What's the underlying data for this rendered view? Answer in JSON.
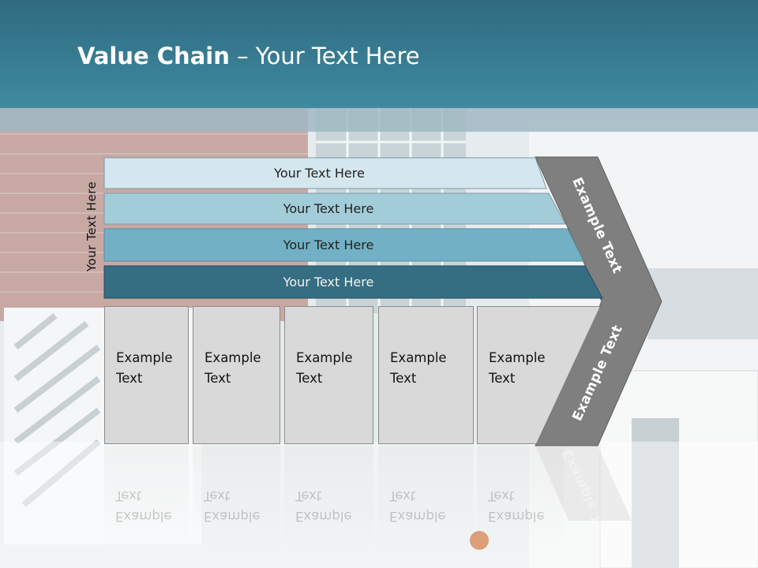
{
  "slide": {
    "title_bold": "Value Chain",
    "title_rest": " – Your Text Here",
    "side_label": "Your Text Here"
  },
  "bars": [
    {
      "label": "Your Text Here",
      "color": "#d4e6ee"
    },
    {
      "label": "Your Text Here",
      "color": "#a3ccd9"
    },
    {
      "label": "Your Text Here",
      "color": "#72b1c5"
    },
    {
      "label": "Your Text Here",
      "color": "#356e82"
    }
  ],
  "cells": [
    {
      "line1": "Example",
      "line2": "Text"
    },
    {
      "line1": "Example",
      "line2": "Text"
    },
    {
      "line1": "Example",
      "line2": "Text"
    },
    {
      "line1": "Example",
      "line2": "Text"
    },
    {
      "line1": "Example",
      "line2": "Text"
    }
  ],
  "arrow": {
    "upper_text": "Example Text",
    "lower_text": "Example Text",
    "color": "#7f7f7f"
  }
}
